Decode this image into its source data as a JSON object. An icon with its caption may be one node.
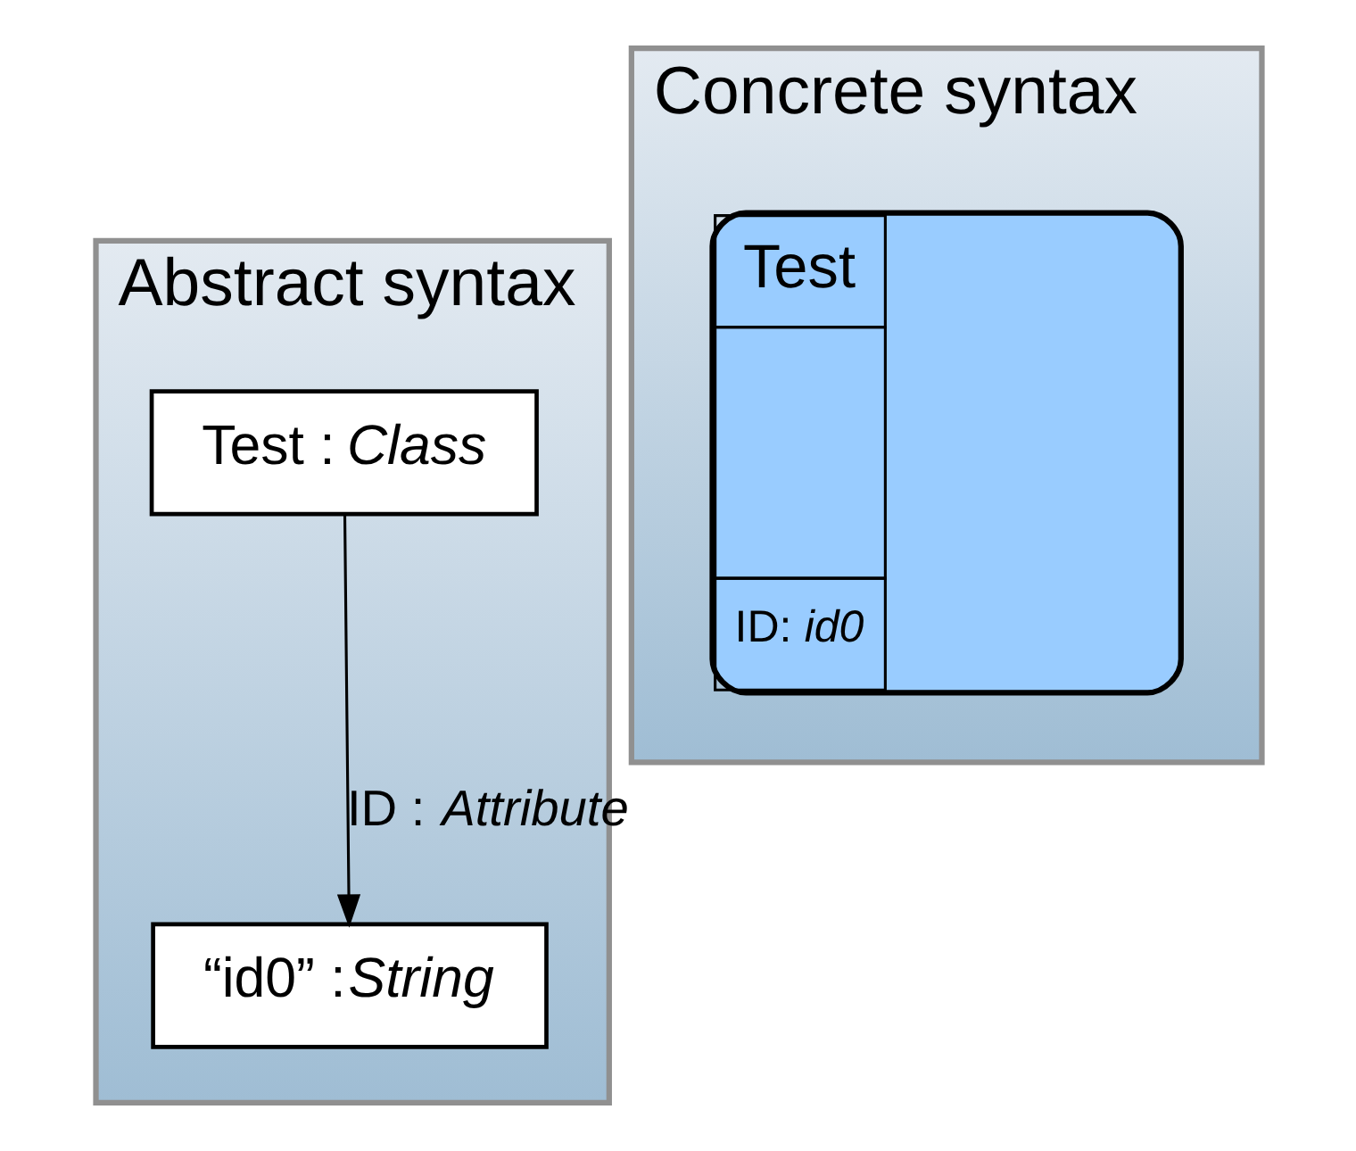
{
  "diagram": {
    "nodes": [
      {
        "text": [
          "Abstract syntax"
        ]
      },
      {
        "text": [
          "Test : *Class*"
        ],
        "in": 0
      },
      {
        "text": [
          "“id0” :*String*"
        ],
        "in": 0
      },
      {
        "text": [
          "Concrete syntax"
        ]
      },
      {
        "text": [
          "Test",
          "ID: *id0*"
        ],
        "in": 3
      }
    ],
    "edges": [
      {
        "from": 1,
        "to": 2,
        "arrow": "to",
        "label": "ID : *Attribute*"
      }
    ]
  }
}
